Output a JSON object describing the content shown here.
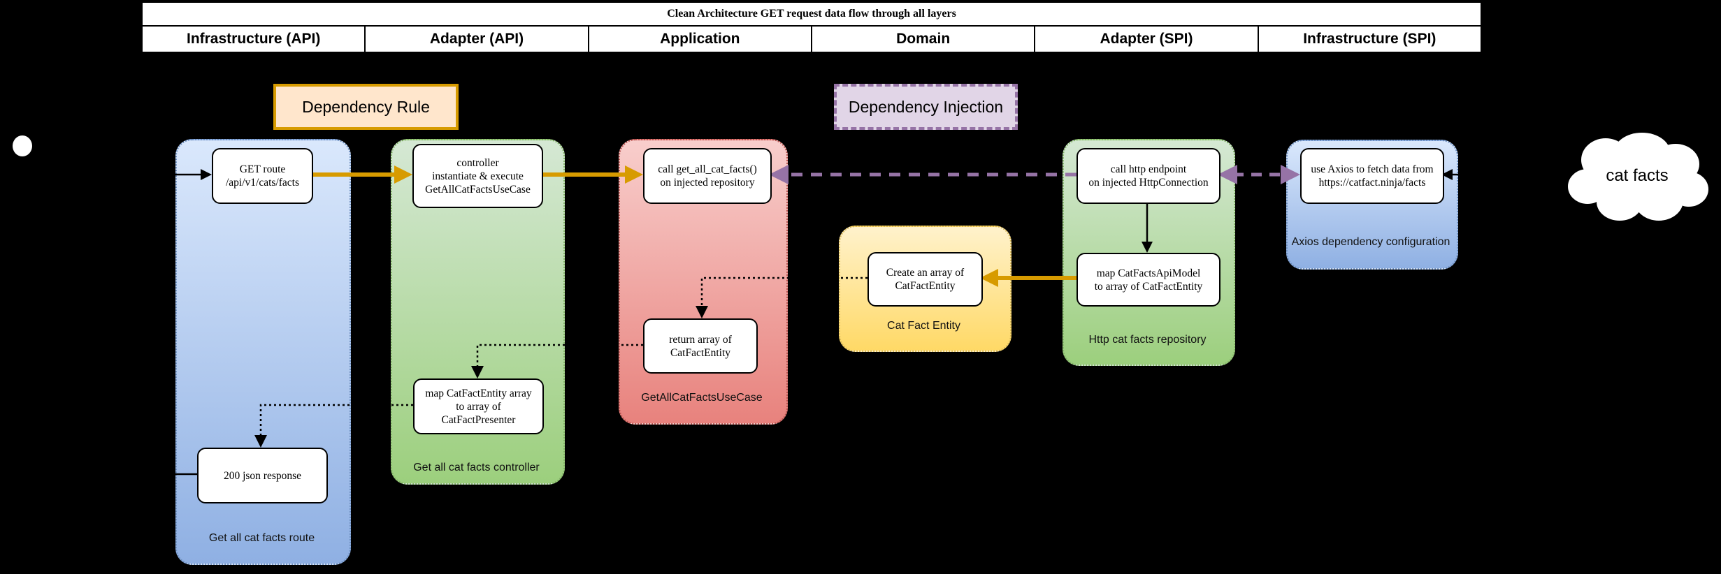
{
  "diagram": {
    "title": "Clean Architecture GET request data flow through all layers",
    "type": "activity-flow-diagram"
  },
  "columns": [
    {
      "label": "Infrastructure (API)"
    },
    {
      "label": "Adapter (API)"
    },
    {
      "label": "Application"
    },
    {
      "label": "Domain"
    },
    {
      "label": "Adapter (SPI)"
    },
    {
      "label": "Infrastructure (SPI)"
    }
  ],
  "legend": {
    "dependency_rule": "Dependency Rule",
    "dependency_injection": "Dependency Injection"
  },
  "lanes": [
    {
      "label": "Get all cat facts route"
    },
    {
      "label": "Get all cat facts controller"
    },
    {
      "label": "GetAllCatFactsUseCase"
    },
    {
      "label": "Cat Fact Entity"
    },
    {
      "label": "Http cat facts repository"
    },
    {
      "label": "Axios dependency configuration"
    }
  ],
  "nodes": [
    {
      "lines": [
        "GET route",
        "/api/v1/cats/facts"
      ]
    },
    {
      "lines": [
        "controller",
        "instantiate & execute",
        "GetAllCatFactsUseCase"
      ]
    },
    {
      "lines": [
        "call get_all_cat_facts()",
        "on injected repository"
      ]
    },
    {
      "lines": [
        "return array of",
        "CatFactEntity"
      ]
    },
    {
      "lines": [
        "map CatFactEntity array",
        "to array of",
        "CatFactPresenter"
      ]
    },
    {
      "lines": [
        "200 json response"
      ]
    },
    {
      "lines": [
        "Create an array of",
        "CatFactEntity"
      ]
    },
    {
      "lines": [
        "call http endpoint",
        "on injected HttpConnection"
      ]
    },
    {
      "lines": [
        "map CatFactsApiModel",
        "to array of CatFactEntity"
      ]
    },
    {
      "lines": [
        "use Axios to fetch data from",
        "https://catfact.ninja/facts"
      ]
    }
  ],
  "cloud": {
    "label": "cat facts"
  },
  "colors": {
    "background": "#000000",
    "gold_arrow": "#d79b00",
    "purple_arrow": "#9673a6",
    "rule_fill": "#ffe6cc",
    "injection_fill": "#e1d5e7",
    "lane_blue_top": "#dae8fc",
    "lane_blue_bottom": "#8fb0e3",
    "lane_green_top": "#d5e8d4",
    "lane_green_bottom": "#9ccf7d",
    "lane_red_top": "#f8cecc",
    "lane_red_bottom": "#e8827d",
    "lane_yellow_top": "#fff2cc",
    "lane_yellow_bottom": "#ffd966"
  }
}
